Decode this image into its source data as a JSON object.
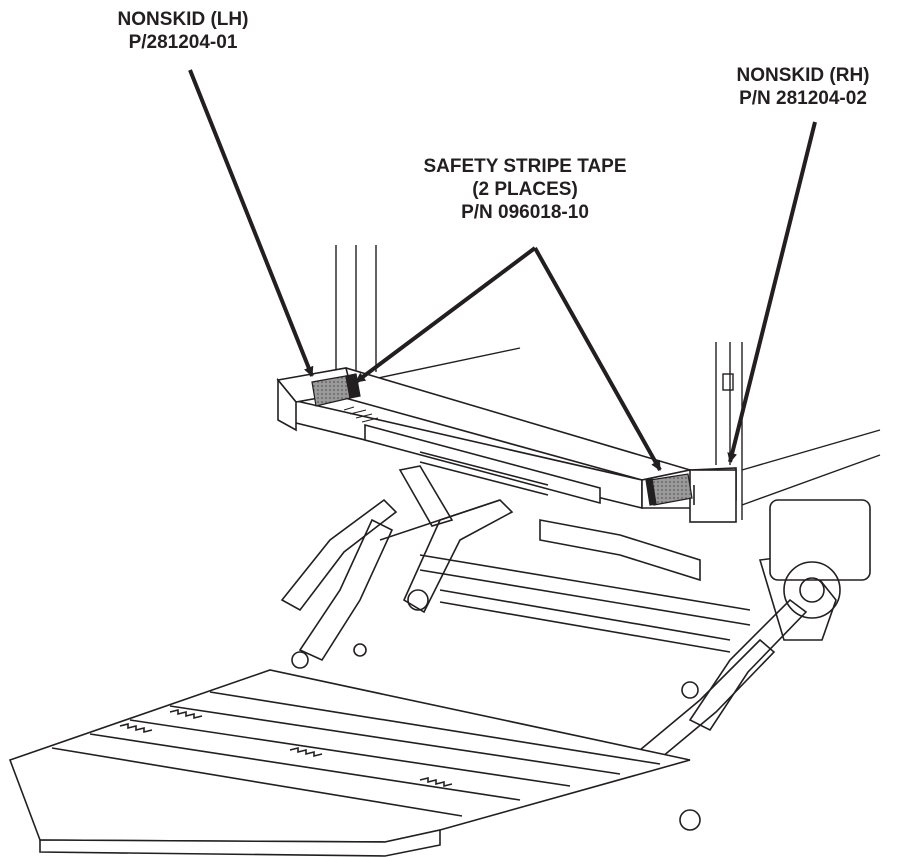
{
  "callouts": {
    "nonskid_lh": {
      "line1": "NONSKID (LH)",
      "line2": "P/281204-01"
    },
    "nonskid_rh": {
      "line1": "NONSKID (RH)",
      "line2": "P/N 281204-02"
    },
    "safety_stripe": {
      "line1": "SAFETY STRIPE TAPE",
      "line2": "(2 PLACES)",
      "line3": "P/N 096018-10"
    }
  },
  "colors": {
    "ink": "#231f20",
    "background": "#ffffff",
    "nonskid": "#8a8a8a"
  }
}
